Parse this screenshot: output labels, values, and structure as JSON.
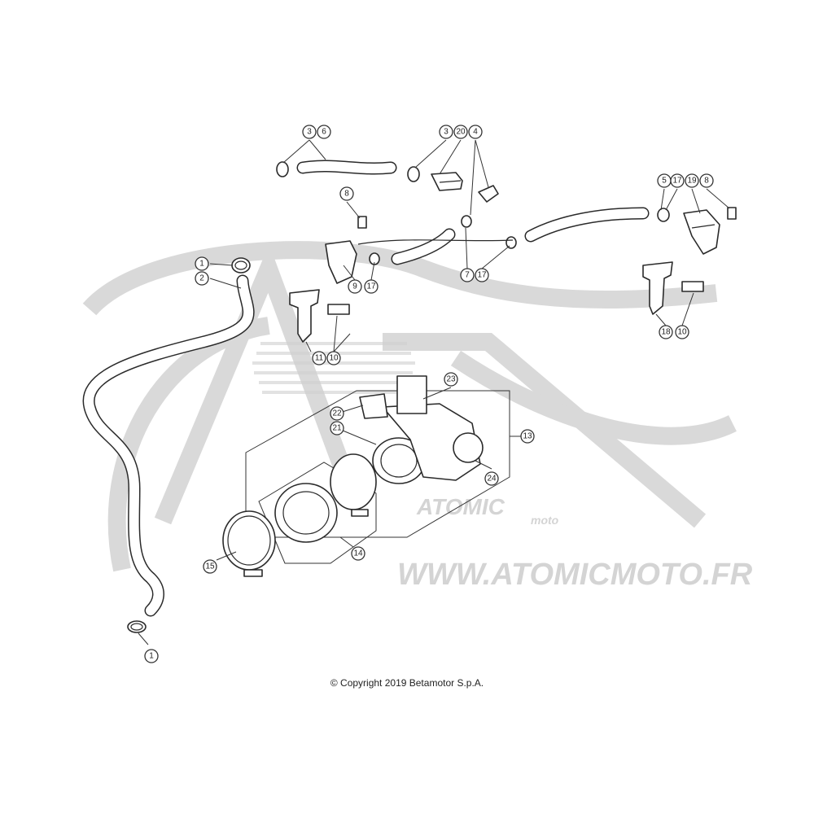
{
  "copyright": "© Copyright 2019 Betamotor S.p.A.",
  "watermark": {
    "brand": "ATOMIC",
    "brand_sub": "moto",
    "url": "WWW.ATOMICMOTO.FR"
  },
  "callouts": [
    {
      "n": "1"
    },
    {
      "n": "2"
    },
    {
      "n": "3"
    },
    {
      "n": "6"
    },
    {
      "n": "3"
    },
    {
      "n": "20"
    },
    {
      "n": "4"
    },
    {
      "n": "8"
    },
    {
      "n": "5"
    },
    {
      "n": "17"
    },
    {
      "n": "19"
    },
    {
      "n": "8"
    },
    {
      "n": "9"
    },
    {
      "n": "17"
    },
    {
      "n": "7"
    },
    {
      "n": "17"
    },
    {
      "n": "11"
    },
    {
      "n": "10"
    },
    {
      "n": "18"
    },
    {
      "n": "10"
    },
    {
      "n": "23"
    },
    {
      "n": "22"
    },
    {
      "n": "21"
    },
    {
      "n": "13"
    },
    {
      "n": "24"
    },
    {
      "n": "14"
    },
    {
      "n": "15"
    },
    {
      "n": "1"
    }
  ],
  "colors": {
    "line": "#2a2a2a",
    "watermark": "#d9d9d9",
    "background": "#ffffff"
  }
}
